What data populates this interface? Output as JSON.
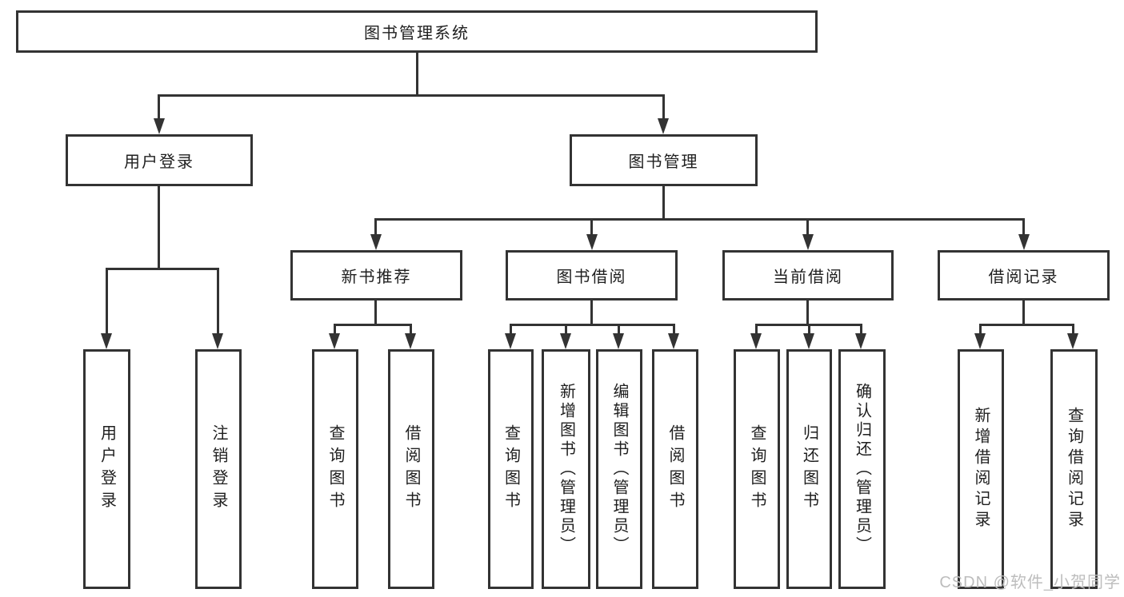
{
  "diagram": {
    "type": "hierarchy-tree",
    "title_node": "图书管理系统",
    "branches": [
      {
        "label": "用户登录",
        "children": [
          {
            "label": "用户登录"
          },
          {
            "label": "注销登录"
          }
        ]
      },
      {
        "label": "图书管理",
        "children": [
          {
            "label": "新书推荐",
            "children": [
              {
                "label": "查询图书"
              },
              {
                "label": "借阅图书"
              }
            ]
          },
          {
            "label": "图书借阅",
            "children": [
              {
                "label": "查询图书"
              },
              {
                "label": "新增图书（管理员）"
              },
              {
                "label": "编辑图书（管理员）"
              },
              {
                "label": "借阅图书"
              }
            ]
          },
          {
            "label": "当前借阅",
            "children": [
              {
                "label": "查询图书"
              },
              {
                "label": "归还图书"
              },
              {
                "label": "确认归还（管理员）"
              }
            ]
          },
          {
            "label": "借阅记录",
            "children": [
              {
                "label": "新增借阅记录"
              },
              {
                "label": "查询借阅记录"
              }
            ]
          }
        ]
      }
    ]
  },
  "watermark": {
    "text": "CSDN @软件_小贺同学"
  },
  "colors": {
    "line": "#333333",
    "text": "#1f1f1f",
    "background": "#ffffff",
    "watermark": "#bdbdbd"
  }
}
